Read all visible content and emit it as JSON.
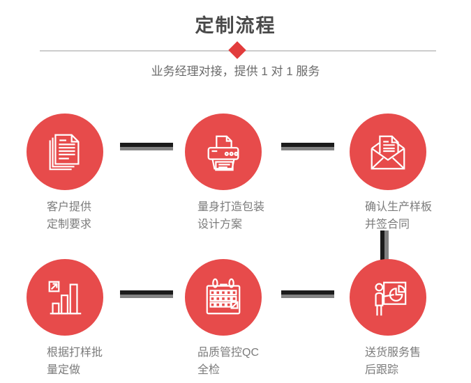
{
  "header": {
    "title": "定制流程",
    "subtitle": "业务经理对接，提供 1 对 1 服务"
  },
  "colors": {
    "accent-red": "#e23c3c",
    "circle-red": "#e74b4b",
    "connector-dark": "#1b1b1b",
    "connector-gray": "#828282",
    "title-gray": "#4a4a4a",
    "subtitle-gray": "#6a6a6a",
    "label-gray": "#7b7b7b",
    "divider-gray": "#cccccc"
  },
  "steps": [
    {
      "icon": "documents-icon",
      "lines": [
        "客户提供",
        "定制要求"
      ]
    },
    {
      "icon": "printer-icon",
      "lines": [
        "量身打造包装",
        "设计方案"
      ]
    },
    {
      "icon": "envelope-icon",
      "lines": [
        "确认生产样板",
        "并签合同"
      ]
    },
    {
      "icon": "bar-chart-icon",
      "lines": [
        "根据打样批",
        "量定做"
      ]
    },
    {
      "icon": "calendar-icon",
      "lines": [
        "品质管控QC",
        "全检"
      ]
    },
    {
      "icon": "presenter-icon",
      "lines": [
        "送货服务售",
        "后跟踪"
      ]
    }
  ]
}
